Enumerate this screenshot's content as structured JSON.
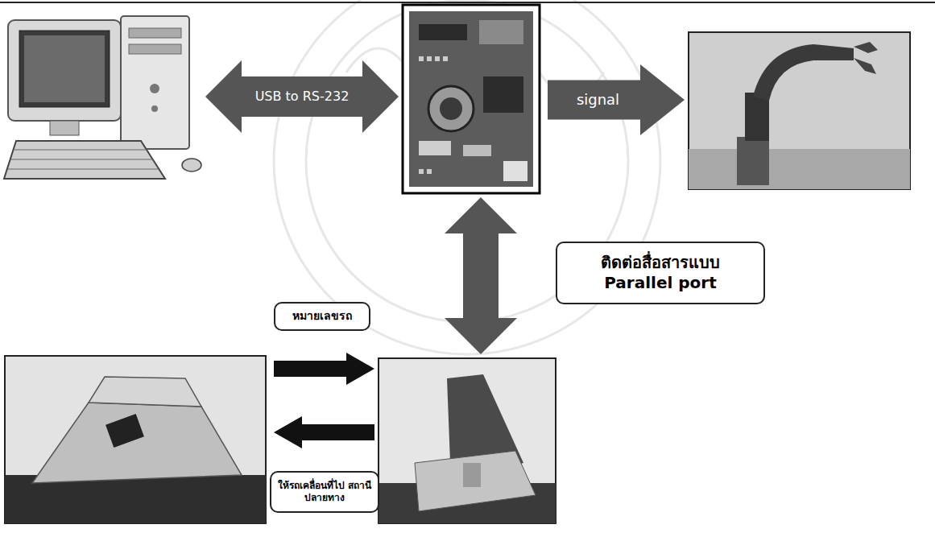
{
  "diagram": {
    "nodes": [
      {
        "text": [
          "USB to RS-232"
        ]
      },
      {
        "text": [
          "signal"
        ]
      },
      {
        "text": [
          "ติดต่อสื่อสารแบบ Parallel port"
        ]
      },
      {
        "text": [
          "หมายเลขรถ"
        ]
      },
      {
        "text": [
          "ให้รถเคลื่อนที่ไป สถานีปลายทาง"
        ]
      }
    ]
  }
}
